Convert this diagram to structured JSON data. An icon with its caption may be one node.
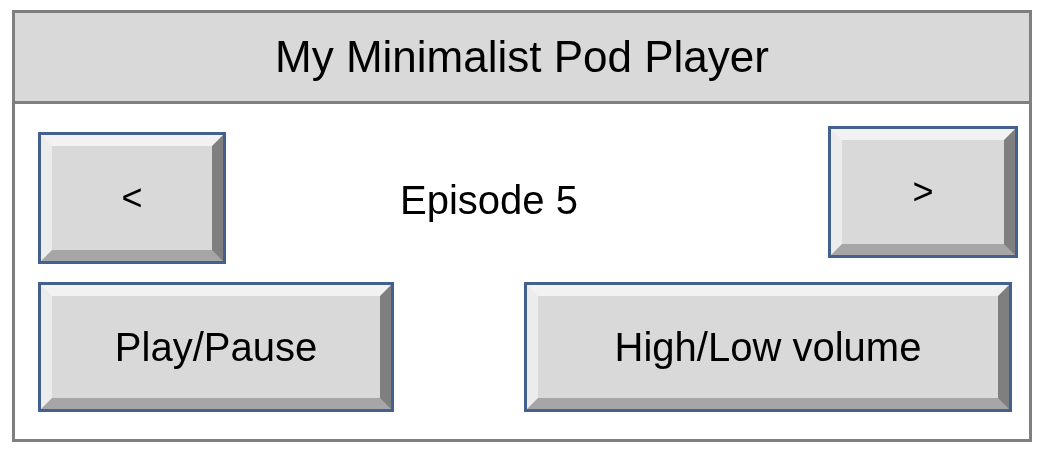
{
  "diagram": {
    "nodes": [
      {
        "text": [
          "My Minimalist Pod Player"
        ]
      },
      {
        "text": [
          "<"
        ],
        "in": 0
      },
      {
        "text": [
          ">"
        ],
        "in": 0
      },
      {
        "text": [
          "Play/Pause"
        ],
        "in": 0
      },
      {
        "text": [
          "High/Low volume"
        ],
        "in": 0
      }
    ],
    "labels": [
      "Episode 5"
    ]
  }
}
